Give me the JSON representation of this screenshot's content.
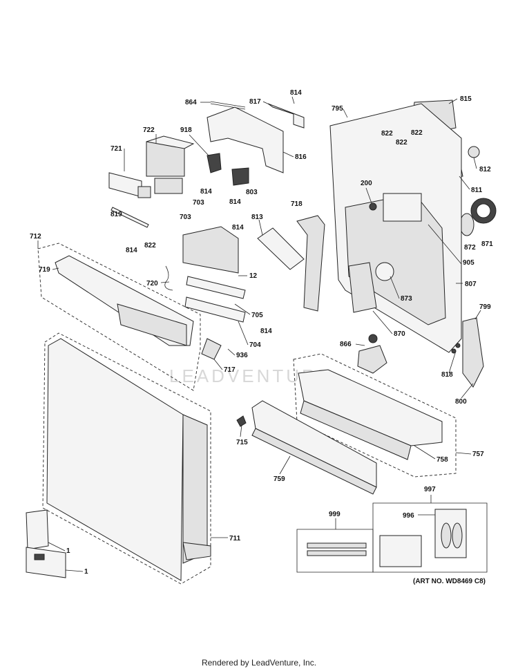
{
  "diagram": {
    "watermark": "LEADVENTURE",
    "art_number": "(ART NO. WD8469 C8)",
    "footer": "Rendered by LeadVenture, Inc.",
    "callouts": {
      "c864": "864",
      "c817": "817",
      "c814a": "814",
      "c795": "795",
      "c815": "815",
      "c722": "722",
      "c918": "918",
      "c816": "816",
      "c822a": "822",
      "c822b": "822",
      "c822c": "822",
      "c721": "721",
      "c812": "812",
      "c814b": "814",
      "c803": "803",
      "c200": "200",
      "c811": "811",
      "c703a": "703",
      "c814c": "814",
      "c703b": "703",
      "c718": "718",
      "c871": "871",
      "c872": "872",
      "c819": "819",
      "c814d": "814",
      "c813": "813",
      "c814e": "814",
      "c822d": "822",
      "c905": "905",
      "c712": "712",
      "c719": "719",
      "c12": "12",
      "c807": "807",
      "c720": "720",
      "c873": "873",
      "c705": "705",
      "c799": "799",
      "c814f": "814",
      "c870": "870",
      "c704": "704",
      "c866": "866",
      "c936": "936",
      "c818": "818",
      "c717": "717",
      "c800": "800",
      "c715": "715",
      "c757": "757",
      "c758": "758",
      "c759": "759",
      "c997": "997",
      "c996": "996",
      "c999": "999",
      "c711": "711",
      "c1a": "1",
      "c1b": "1"
    }
  }
}
